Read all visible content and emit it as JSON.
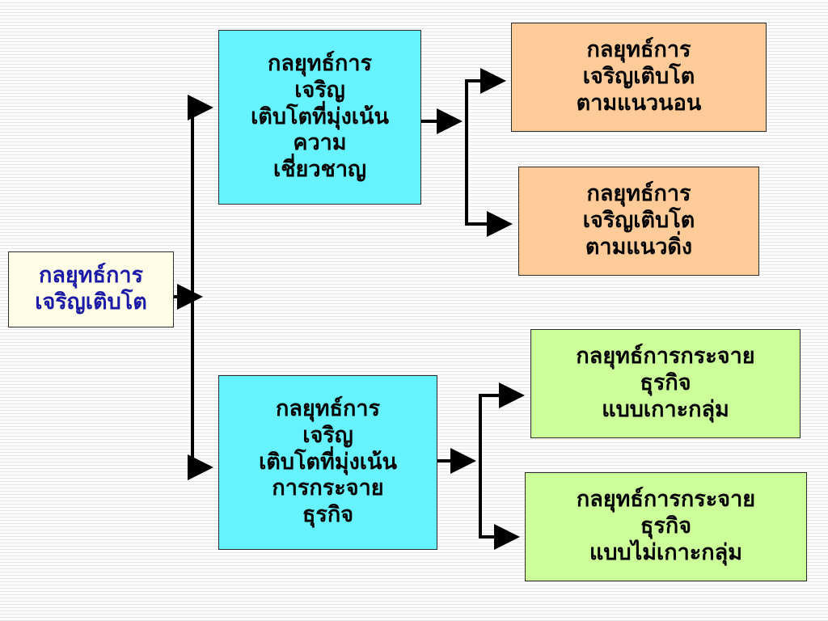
{
  "diagram": {
    "root": {
      "lines": [
        "กลยุทธ์การ",
        "เจริญเติบโต"
      ]
    },
    "concentration": {
      "lines": [
        "กลยุทธ์การ",
        "เจริญ",
        "เติบโตที่มุ่งเน้น",
        "ความ",
        "เชี่ยวชาญ"
      ]
    },
    "diversification": {
      "lines": [
        "กลยุทธ์การ",
        "เจริญ",
        "เติบโตที่มุ่งเน้น",
        "การกระจาย",
        "ธุรกิจ"
      ]
    },
    "horizontal": {
      "lines": [
        "กลยุทธ์การ",
        "เจริญเติบโต",
        "ตามแนวนอน"
      ]
    },
    "vertical": {
      "lines": [
        "กลยุทธ์การ",
        "เจริญเติบโต",
        "ตามแนวดิ่ง"
      ]
    },
    "concentric": {
      "lines": [
        "กลยุทธ์การกระจาย",
        "ธุรกิจ",
        "แบบเกาะกลุ่ม"
      ]
    },
    "conglomerate": {
      "lines": [
        "กลยุทธ์การกระจาย",
        "ธุรกิจ",
        "แบบไม่เกาะกลุ่ม"
      ]
    }
  },
  "colors": {
    "root_fill": "#fffde6",
    "root_text": "#1a1aa6",
    "mid_fill": "#66f2ff",
    "peach_fill": "#ffcc99",
    "green_fill": "#ccff99",
    "connector": "#000000"
  }
}
